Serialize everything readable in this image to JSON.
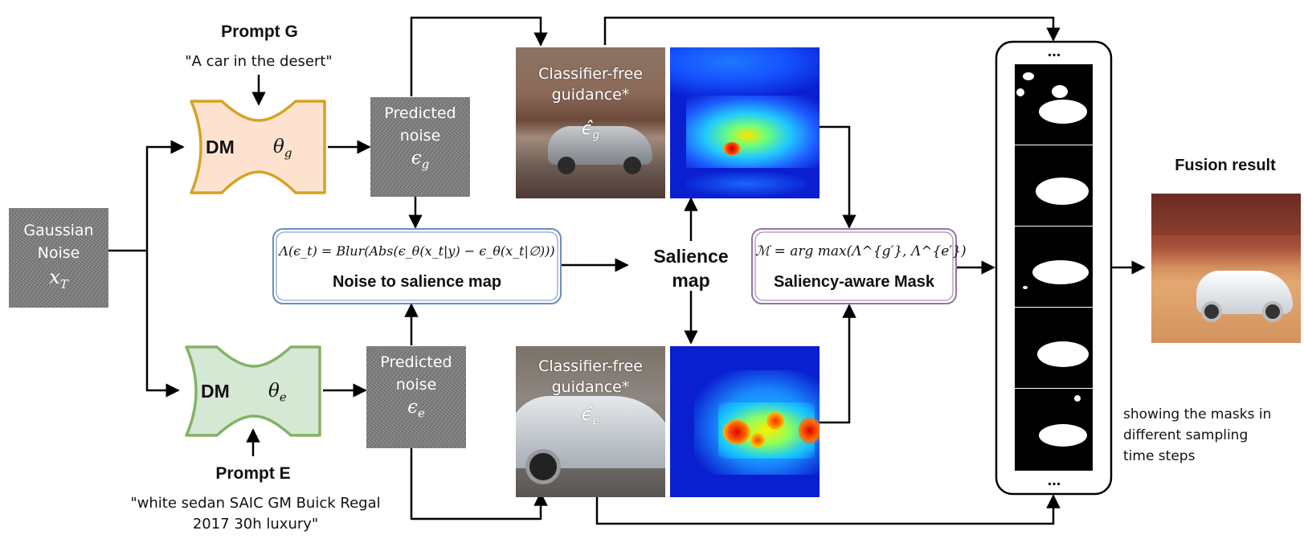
{
  "prompts": {
    "g_title": "Prompt G",
    "g_text": "\"A car in the desert\"",
    "e_title": "Prompt E",
    "e_text_line1": "\"white sedan SAIC GM Buick Regal",
    "e_text_line2": "2017 30h luxury\""
  },
  "gaussian": {
    "line1": "Gaussian",
    "line2": "Noise",
    "symbol": "x",
    "subscript": "T"
  },
  "dm_top": {
    "label": "DM",
    "param": "θ",
    "subscript": "g"
  },
  "dm_bottom": {
    "label": "DM",
    "param": "θ",
    "subscript": "e"
  },
  "pred_top": {
    "line1": "Predicted",
    "line2": "noise",
    "symbol": "ϵ",
    "subscript": "g"
  },
  "pred_bottom": {
    "line1": "Predicted",
    "line2": "noise",
    "symbol": "ϵ",
    "subscript": "e"
  },
  "noise_to_saliency": {
    "formula": "Λ(ϵ_t) = Blur(Abs(ϵ_θ(x_t|y) − ϵ_θ(x_t|∅)))",
    "title": "Noise to salience map"
  },
  "saliency_label": {
    "line1": "Salience",
    "line2": "map"
  },
  "mask_box": {
    "formula": "ℳ = arg max(Λ^{g′}, Λ^{e′})",
    "title": "Saliency-aware Mask"
  },
  "cfg_top": {
    "line1": "Classifier-free",
    "line2": "guidance*",
    "symbol": "ϵ̂",
    "subscript": "g"
  },
  "cfg_bottom": {
    "line1": "Classifier-free",
    "line2": "guidance*",
    "symbol": "ϵ̂",
    "subscript": "e"
  },
  "mask_column": {
    "ellipsis_top": "...",
    "ellipsis_bottom": "...",
    "caption": [
      "showing the masks in",
      "different sampling",
      "time steps"
    ]
  },
  "fusion": {
    "title": "Fusion result"
  },
  "colors": {
    "dm_top_fill": "#fde3cf",
    "dm_top_stroke": "#d6a227",
    "dm_bottom_fill": "#d5e8d4",
    "dm_bottom_stroke": "#82b366",
    "box_blue": "#6c8ebf",
    "box_purple": "#9673a6"
  }
}
